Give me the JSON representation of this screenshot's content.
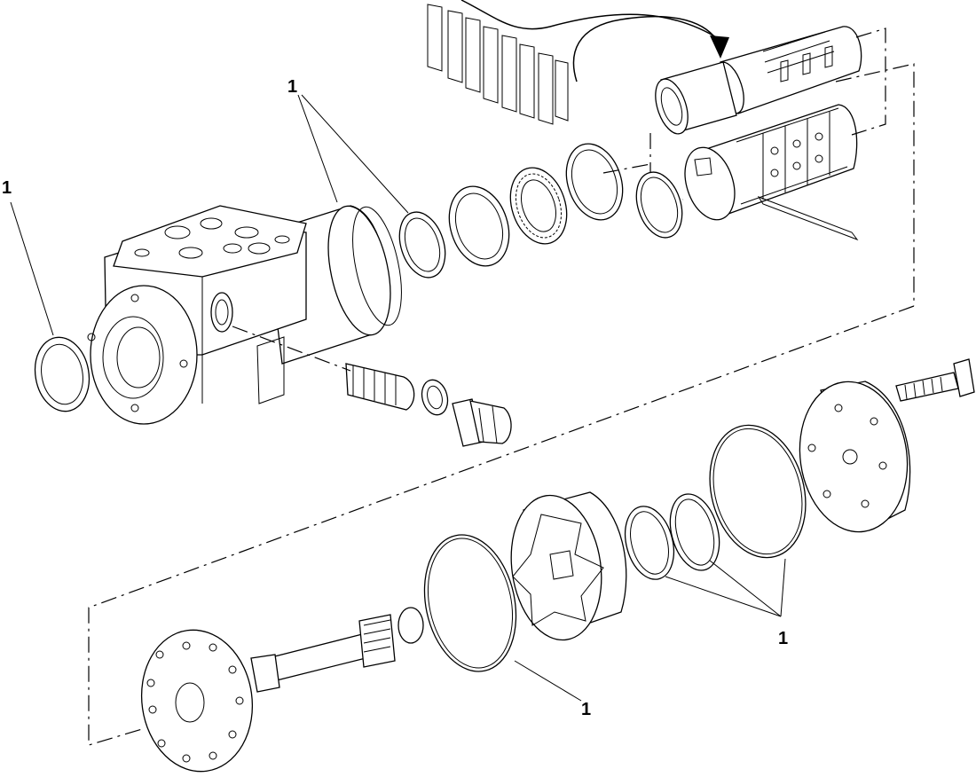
{
  "diagram": {
    "callouts": [
      {
        "id": "callout-upper-left",
        "label": "1"
      },
      {
        "id": "callout-upper-mid",
        "label": "1"
      },
      {
        "id": "callout-lower-mid",
        "label": "1"
      },
      {
        "id": "callout-lower-right",
        "label": "1"
      }
    ]
  }
}
